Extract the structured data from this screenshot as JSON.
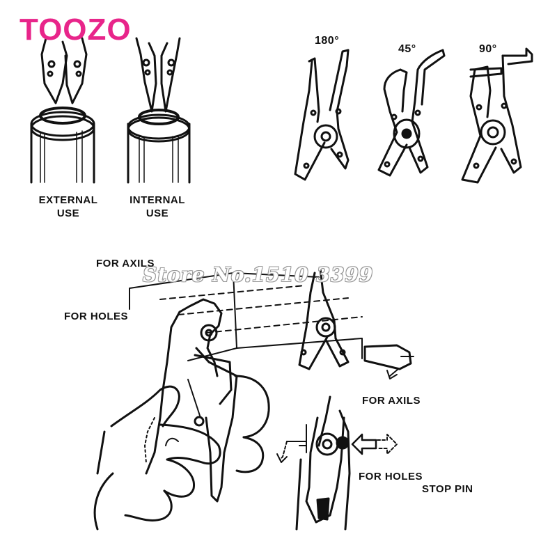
{
  "brand": {
    "text": "TOOZO",
    "color": "#e8258a"
  },
  "watermark": {
    "text": "Store No.1510 3399"
  },
  "usage": {
    "external": {
      "line1": "EXTERNAL",
      "line2": "USE"
    },
    "internal": {
      "line1": "INTERNAL",
      "line2": "USE"
    }
  },
  "angles": {
    "a180": "180°",
    "a45": "45°",
    "a90": "90°"
  },
  "diagram": {
    "for_axils_top": "FOR AXILS",
    "for_holes_left": "FOR HOLES",
    "for_axils_right": "FOR AXILS",
    "for_holes_bottom": "FOR HOLES",
    "stop_pin": "STOP PIN"
  }
}
